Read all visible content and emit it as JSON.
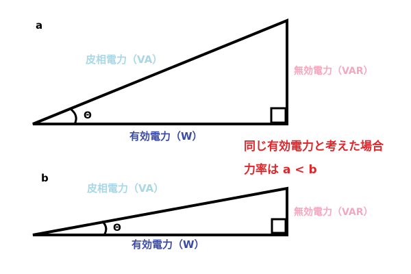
{
  "colors": {
    "line": "#000000",
    "apparent": "#a8d8e8",
    "reactive": "#f4a8c0",
    "active": "#3a4aa8",
    "note": "#e0262b"
  },
  "triangle_a": {
    "id": "a",
    "apparent_label": "皮相電力（VA）",
    "reactive_label": "無効電力（VAR）",
    "active_label": "有効電力（W）",
    "angle_label": "Θ"
  },
  "triangle_b": {
    "id": "b",
    "apparent_label": "皮相電力（VA）",
    "reactive_label": "無効電力（VAR）",
    "active_label": "有効電力（W）",
    "angle_label": "Θ"
  },
  "note": {
    "line1": "同じ有効電力と考えた場合",
    "line2": "力率は a < b"
  }
}
